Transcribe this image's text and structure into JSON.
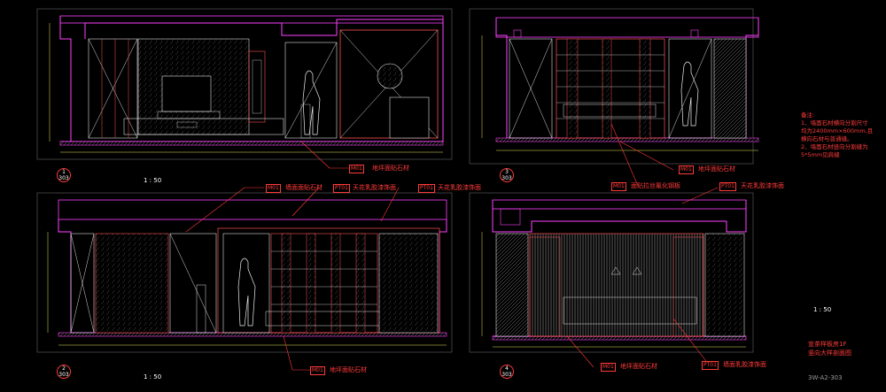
{
  "drawing": {
    "views": [
      {
        "id": "view-1",
        "badge_top": "1",
        "badge_bottom": "303",
        "caption": "",
        "scale": "1 : 50"
      },
      {
        "id": "view-2",
        "badge_top": "2",
        "badge_bottom": "303",
        "caption": "",
        "scale": "1 : 50"
      },
      {
        "id": "view-3",
        "badge_top": "3",
        "badge_bottom": "303",
        "caption": "",
        "scale": ""
      },
      {
        "id": "view-4",
        "badge_top": "4",
        "badge_bottom": "303",
        "caption": "",
        "scale": "1 : 50"
      }
    ],
    "labels": {
      "v1_floor": "地坪面贴石材",
      "v1_floor_tag": "M01",
      "v2_wall": "墙面面贴石材",
      "v2_wall_tag": "M01",
      "v2_ceiling_a": "天花乳胶漆饰面",
      "v2_ceiling_a_tag": "PT01",
      "v2_ceiling_b": "天花乳胶漆饰面",
      "v2_ceiling_b_tag": "PT01",
      "v2_floor": "地坪面贴石材",
      "v2_floor_tag": "M01",
      "v3_mid": "面贴拉丝氟化钢板",
      "v3_mid_tag": "M01",
      "v3_floor": "地坪面贴石材",
      "v3_floor_tag": "M01",
      "v4_ceiling": "天花乳胶漆饰面",
      "v4_ceiling_tag": "PT01",
      "v4_floor": "地坪面贴石材",
      "v4_floor_tag": "M01",
      "v4_wall": "墙面乳胶漆饰面",
      "v4_wall_tag": "PT01"
    },
    "notes": {
      "heading": "备注:",
      "line1": "1、墙面石材横向分割尺寸",
      "line2": "均为2400mm×600mm,且",
      "line3": "横向石材与普通缝。",
      "line4": "2、墙面石材竖向分割缝为",
      "line5": "5*5mm见肩缝"
    },
    "title_block": {
      "line1": "宣茶样板房1F",
      "line2": "竖向大样剖面图",
      "scale_right": "1 : 50",
      "sheet": "3W-A2-303"
    },
    "colors": {
      "background": "#000000",
      "annotation_red": "#ff3a3a",
      "outline_magenta": "#ff40ff",
      "line_white": "#ffffff",
      "dim_yellow": "#e8e85a",
      "detail_grey": "#a0a0a0"
    }
  }
}
